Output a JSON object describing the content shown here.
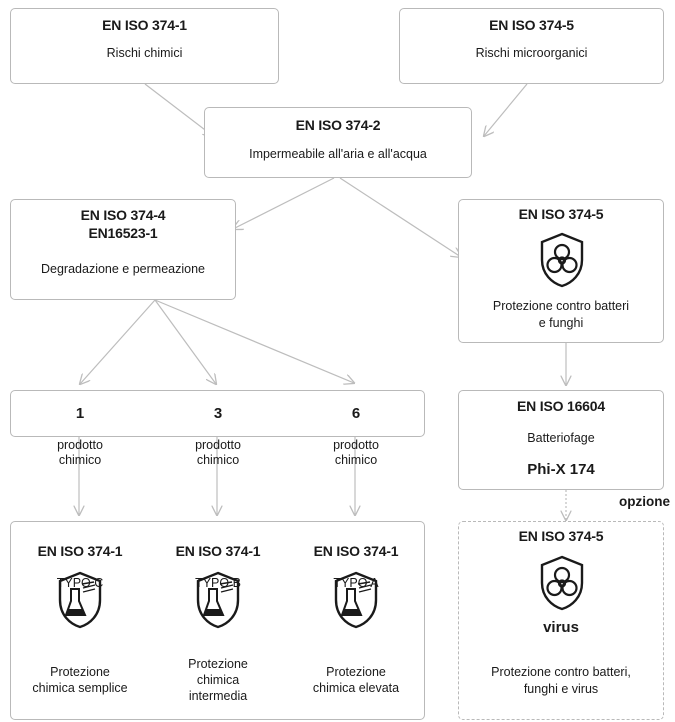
{
  "boxes": {
    "chem": {
      "title": "EN ISO 374-1",
      "text": "Rischi chimici"
    },
    "micro": {
      "title": "EN ISO 374-5",
      "text": "Rischi microorganici"
    },
    "air": {
      "title": "EN ISO 374-2",
      "text": "Impermeabile all'aria e all'acqua"
    },
    "degr": {
      "title1": "EN ISO 374-4",
      "title2": "EN16523-1",
      "text": "Degradazione e permeazione"
    },
    "prot": {
      "title": "EN ISO 374-5",
      "text": "Protezione contro batteri\ne funghi"
    },
    "phage": {
      "title": "EN ISO 16604",
      "text": "Batteriofage",
      "sub": "Phi-X 174"
    },
    "virus": {
      "title": "EN ISO 374-5",
      "label": "virus",
      "text": "Protezione contro batteri,\nfunghi e virus"
    }
  },
  "option_label": "opzione",
  "products": [
    {
      "num": "1",
      "text": "prodotto\nchimico"
    },
    {
      "num": "3",
      "text": "prodotto\nchimico"
    },
    {
      "num": "6",
      "text": "prodotto\nchimico"
    }
  ],
  "types": [
    {
      "title": "EN ISO 374-1",
      "type": "TYPO C",
      "text": "Protezione\nchimica semplice"
    },
    {
      "title": "EN ISO 374-1",
      "type": "TYPO B",
      "text": "Protezione\nchimica\nintermedia"
    },
    {
      "title": "EN ISO 374-1",
      "type": "TYPO A",
      "text": "Protezione\nchimica elevata"
    }
  ],
  "icons": {
    "biohazard": "biohazard-shield-icon",
    "chemical": "chemical-flask-shield-icon"
  },
  "colors": {
    "border": "#b9b9b9",
    "arrow": "#bdbdbd",
    "icon": "#1a1a1a"
  }
}
